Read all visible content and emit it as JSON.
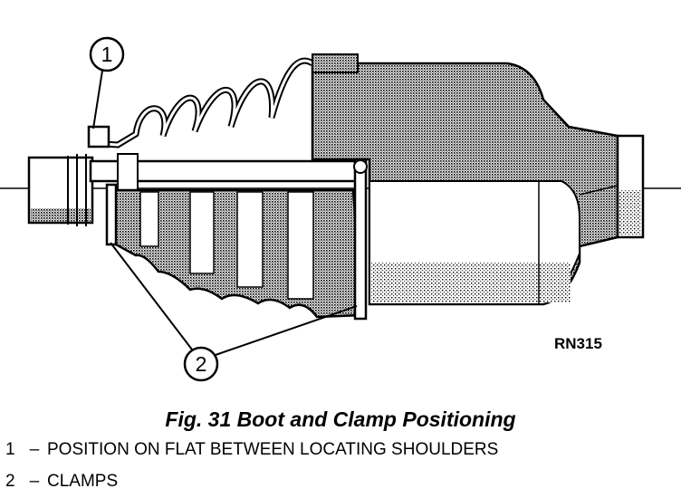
{
  "figure": {
    "caption": "Fig. 31 Boot and Clamp Positioning",
    "code": "RN315",
    "callouts": [
      {
        "number": "1",
        "text": "POSITION ON FLAT BETWEEN LOCATING SHOULDERS"
      },
      {
        "number": "2",
        "text": "CLAMPS"
      }
    ],
    "separator": "–"
  }
}
